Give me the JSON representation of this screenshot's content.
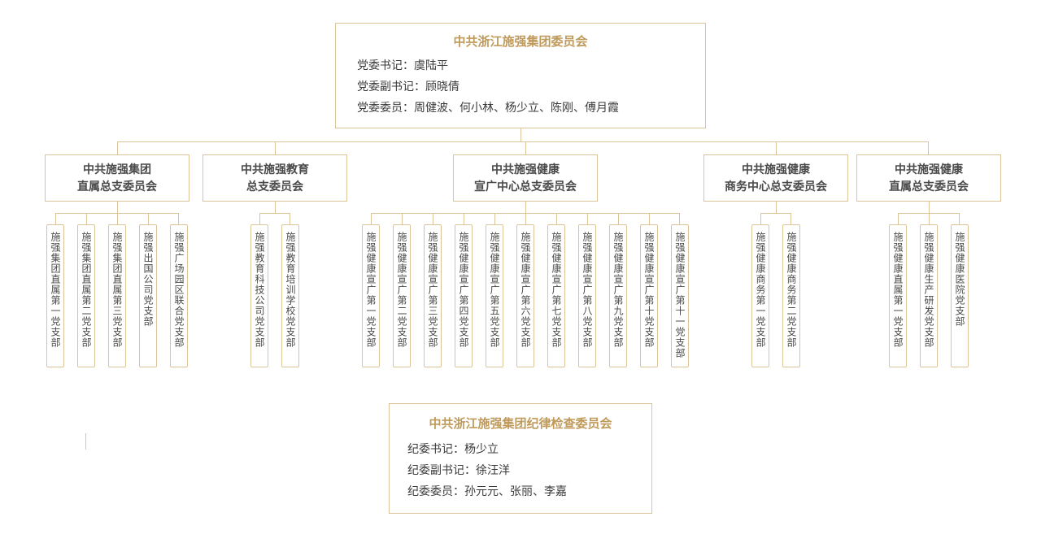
{
  "colors": {
    "accent": "#bf9a5a",
    "line": "#dcc49a",
    "text": "#3c3c3c"
  },
  "party_committee": {
    "title": "中共浙江施强集团委员会",
    "lines": [
      "党委书记：虞陆平",
      "党委副书记：顾晓倩",
      "党委委员：周健波、何小林、杨少立、陈刚、傅月霞"
    ]
  },
  "groups": [
    {
      "title_line1": "中共施强集团",
      "title_line2": "直属总支委员会",
      "children": [
        "施强集团直属第一党支部",
        "施强集团直属第二党支部",
        "施强集团直属第三党支部",
        "施强出国公司党支部",
        "施强广场园区联合党支部"
      ]
    },
    {
      "title_line1": "中共施强教育",
      "title_line2": "总支委员会",
      "children": [
        "施强教育科技公司党支部",
        "施强教育培训学校党支部"
      ]
    },
    {
      "title_line1": "中共施强健康",
      "title_line2": "宣广中心总支委员会",
      "children": [
        "施强健康宣广第一党支部",
        "施强健康宣广第二党支部",
        "施强健康宣广第三党支部",
        "施强健康宣广第四党支部",
        "施强健康宣广第五党支部",
        "施强健康宣广第六党支部",
        "施强健康宣广第七党支部",
        "施强健康宣广第八党支部",
        "施强健康宣广第九党支部",
        "施强健康宣广第十党支部",
        "施强健康宣广第十一党支部"
      ]
    },
    {
      "title_line1": "中共施强健康",
      "title_line2": "商务中心总支委员会",
      "children": [
        "施强健康商务第一党支部",
        "施强健康商务第二党支部"
      ]
    },
    {
      "title_line1": "中共施强健康",
      "title_line2": "直属总支委员会",
      "children": [
        "施强健康直属第一党支部",
        "施强健康生产研发党支部",
        "施强健康医院党支部"
      ]
    }
  ],
  "discipline_committee": {
    "title": "中共浙江施强集团纪律检查委员会",
    "lines": [
      "纪委书记：杨少立",
      "纪委副书记：徐汪洋",
      "纪委委员：孙元元、张丽、李嘉"
    ]
  }
}
